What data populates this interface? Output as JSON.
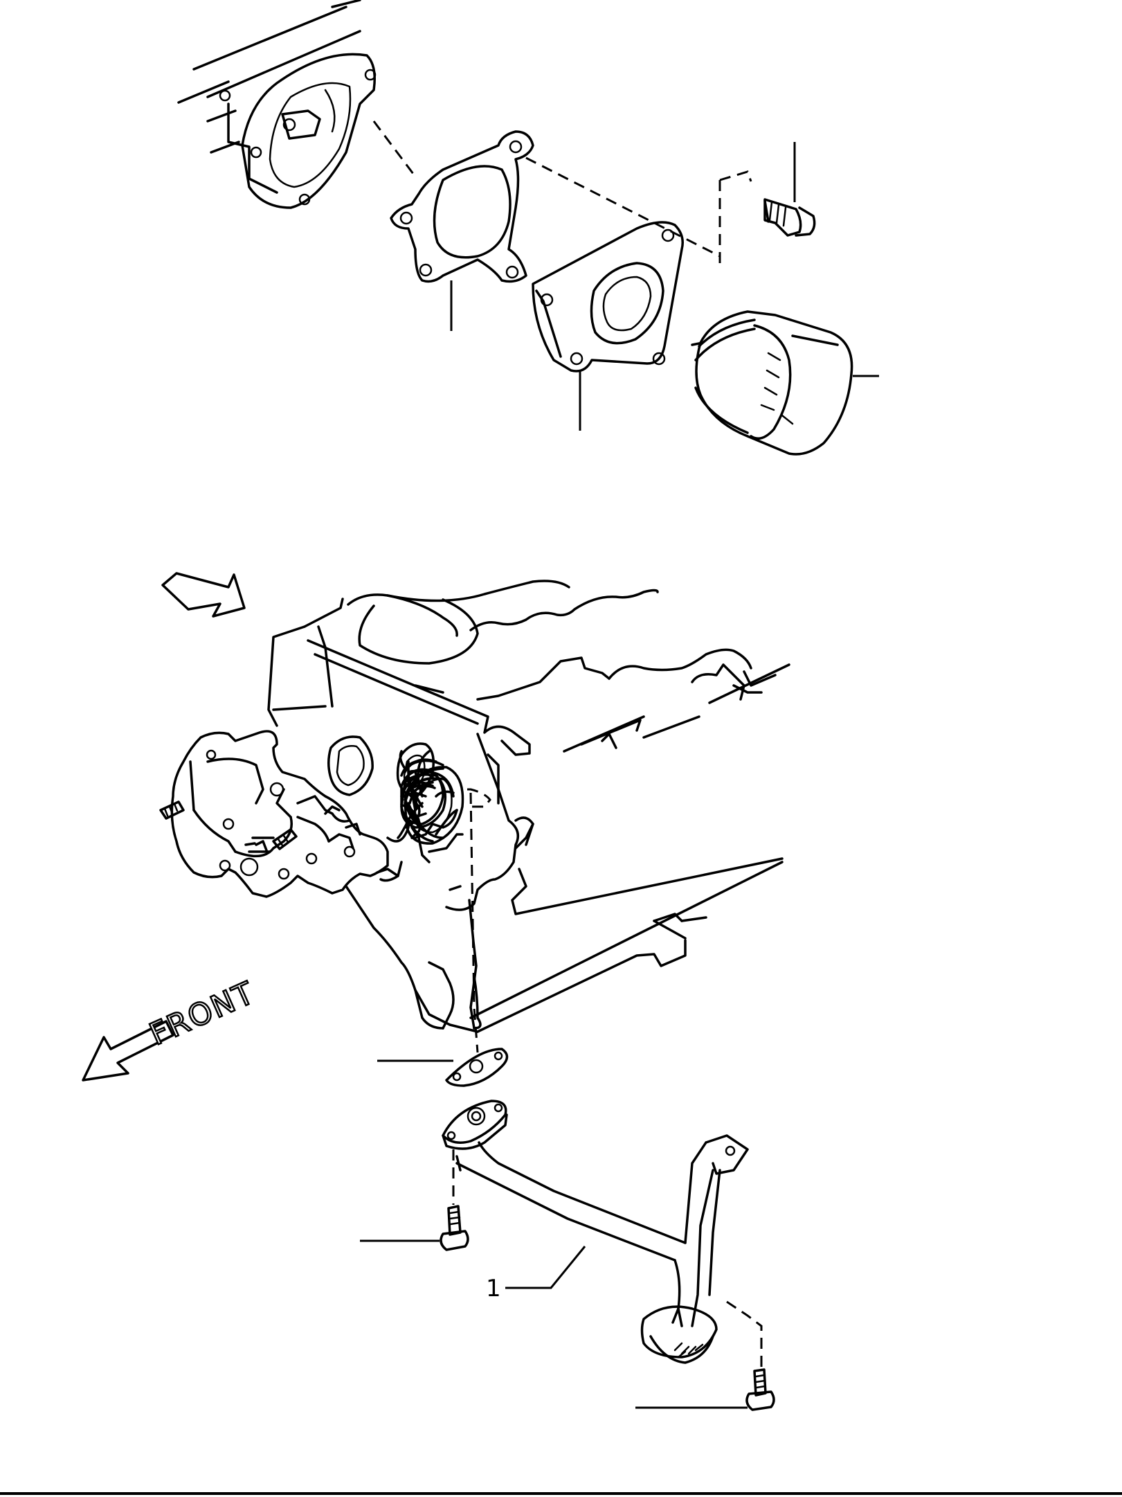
{
  "diagram": {
    "callouts": [
      {
        "id": "oil-strainer",
        "label": "1"
      }
    ],
    "direction_label": "FRONT",
    "colors": {
      "line": "#000000",
      "background": "#ffffff"
    }
  }
}
